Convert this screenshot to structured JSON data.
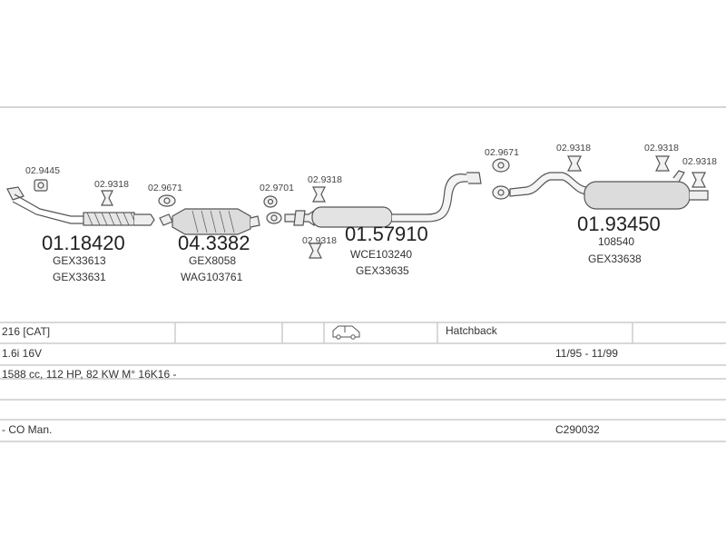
{
  "parts": {
    "clamp1": "02.9445",
    "clamp2": "02.9318",
    "gasket1": "02.9671",
    "ring1": "02.9701",
    "clamp3": "02.9318",
    "clamp4": "02.9318",
    "gasket2": "02.9671",
    "clamp5": "02.9318",
    "clamp6": "02.9318",
    "clamp7": "02.9318",
    "front_pipe": {
      "code": "01.18420",
      "refs": [
        "GEX33613",
        "GEX33631"
      ]
    },
    "catalyst": {
      "code": "04.3382",
      "refs": [
        "GEX8058",
        "WAG103761"
      ]
    },
    "middle": {
      "code": "01.57910",
      "refs": [
        "WCE103240",
        "GEX33635"
      ]
    },
    "rear": {
      "code": "01.93450",
      "refs": [
        "108540",
        "GEX33638"
      ]
    }
  },
  "table": {
    "model": "216  [CAT]",
    "body": "Hatchback",
    "engine": "1.6i 16V",
    "years": "11/95 - 11/99",
    "spec": "1588 cc, 112 HP, 82 KW M° 16K16 -",
    "emission": "- CO Man.",
    "code": "C290032",
    "icon": "car-hatchback-icon"
  },
  "colors": {
    "line": "#666666",
    "rule": "#cccccc",
    "metal": "#dddddd"
  }
}
